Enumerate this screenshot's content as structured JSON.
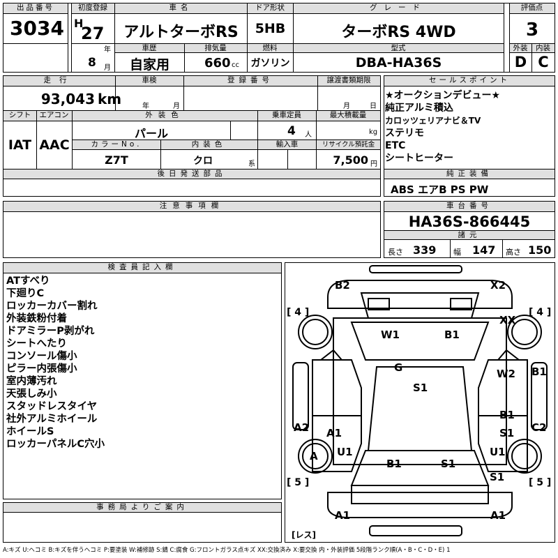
{
  "headers": {
    "lot_no": "出品番号",
    "first_reg": "初度登録",
    "car_name": "車名",
    "door": "ドア形状",
    "grade": "グレード",
    "score": "評価点",
    "exterior": "外装",
    "interior": "内装",
    "history": "車歴",
    "displacement": "排気量",
    "fuel": "燃料",
    "model_code": "型式",
    "mileage": "走行",
    "inspection": "車検",
    "reg_no": "登録番号",
    "transfer": "譲渡書類期限",
    "sales_point": "セールスポイント",
    "shift": "シフト",
    "aircon": "エアコン",
    "ext_color": "外装色",
    "capacity": "乗車定員",
    "max_load": "最大積載量",
    "color_no": "カラーNo.",
    "int_color": "内装色",
    "import": "輸入車",
    "recycle": "リサイクル預託金",
    "later_parts": "後日発送部品",
    "genuine": "純正装備",
    "caution": "注意事項欄",
    "chassis": "車台番号",
    "dims": "諸元",
    "inspector": "検査員記入欄",
    "office": "事務局よりご案内"
  },
  "values": {
    "lot_no": "3034",
    "era": "H",
    "year": "27",
    "year_unit": "年",
    "month": "8",
    "month_unit": "月",
    "car_name": "アルトターボRS",
    "door": "5HB",
    "grade": "ターボRS 4WD",
    "score": "3",
    "exterior": "D",
    "interior": "C",
    "history": "自家用",
    "displacement": "660",
    "cc": "cc",
    "fuel": "ガソリン",
    "model_code": "DBA-HA36S",
    "mileage": "93,043",
    "km": "km",
    "insp_year_unit": "年",
    "insp_month_unit": "月",
    "transfer_month_unit": "月",
    "transfer_day_unit": "日",
    "shift": "IAT",
    "aircon": "AAC",
    "ext_color": "パール",
    "capacity": "4",
    "person_unit": "人",
    "kg": "kg",
    "color_no": "Z7T",
    "int_color": "クロ",
    "int_suffix": "系",
    "recycle": "7,500",
    "yen": "円",
    "chassis": "HA36S-866445",
    "length_label": "長さ",
    "length": "339",
    "width_label": "幅",
    "width": "147",
    "height_label": "高さ",
    "height": "150"
  },
  "sales_points": [
    "★オークションデビュー★",
    "純正アルミ積込",
    "カロッツェリアナビ＆TV",
    "ステリモ",
    "ETC",
    "シートヒーター"
  ],
  "genuine_equipment": "ABS エアB PS PW",
  "inspector_notes": [
    "ATすべり",
    "下廻りC",
    "ロッカーカバー割れ",
    "外装鉄粉付着",
    "ドアミラーP剥がれ",
    "シートへたり",
    "コンソール傷小",
    "ピラー内張傷小",
    "室内薄汚れ",
    "天張しみ小",
    "スタッドレスタイヤ",
    "社外アルミホイール",
    "ホイールS",
    "ロッカーパネルC穴小"
  ],
  "diagram": {
    "tire_front_left": "[ 4 ]",
    "tire_front_right": "[ 4 ]",
    "tire_rear_left": "[ 5 ]",
    "tire_rear_right": "[ 5 ]",
    "spare": "[レス]",
    "labels": {
      "b2": "B2",
      "x2": "X2",
      "w1": "W1",
      "b1_roof": "B1",
      "xx": "XX",
      "g": "G",
      "s1_center": "S1",
      "w2": "W2",
      "b1_right": "B1",
      "b1_rdoor": "B1",
      "s1_rdoor": "S1",
      "a2": "A2",
      "c2": "C2",
      "a1_left": "A1",
      "u1_left": "U1",
      "a_wheel": "A",
      "u1_right": "U1",
      "b1_rear": "B1",
      "s1_rear": "S1",
      "s1_rear_right": "S1",
      "a1_bottom_left": "A1",
      "a1_bottom_right": "A1"
    }
  },
  "legend": "A:キズ U:ヘコミ B:キズを伴うヘコミ P:要塗装 W:補修跡 S:錆 C:腐食 G:フロントガラス点キズ XX:交換済み X:要交換 内・外装評価 5段階ランク順(A・B・C・D・E) 1"
}
